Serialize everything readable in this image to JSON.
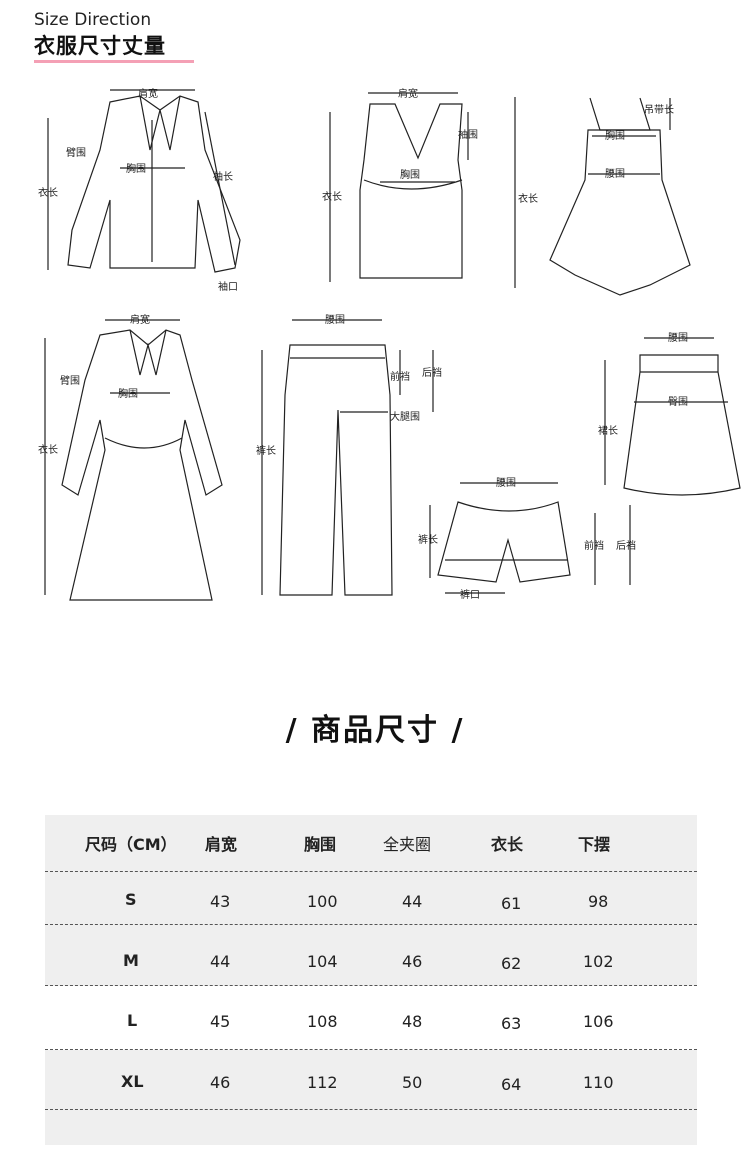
{
  "header": {
    "en": "Size Direction",
    "zh": "衣服尺寸丈量",
    "accent_color": "#f4a0b5"
  },
  "figures": {
    "shirt": {
      "shoulder": "肩宽",
      "arm": "臂围",
      "chest": "胸围",
      "length": "衣长",
      "sleeve": "袖长",
      "cuff": "袖口"
    },
    "vest": {
      "shoulder": "肩宽",
      "armhole": "袖围",
      "chest": "胸围",
      "length": "衣长"
    },
    "dress": {
      "strap": "吊带长",
      "chest": "胸围",
      "waist": "腰围",
      "length": "衣长"
    },
    "coat": {
      "shoulder": "肩宽",
      "arm": "臂围",
      "chest": "胸围",
      "length": "衣长"
    },
    "pants": {
      "waist": "腰围",
      "front_rise": "前裆",
      "back_rise": "后裆",
      "thigh": "大腿围",
      "length": "裤长"
    },
    "skirt": {
      "waist": "腰围",
      "hip": "臀围",
      "length": "裙长"
    },
    "shorts": {
      "waist": "腰围",
      "length": "裤长",
      "front_rise": "前裆",
      "back_rise": "后裆",
      "hem": "裤口"
    }
  },
  "section_title": "/ 商品尺寸 /",
  "table": {
    "headers": [
      "尺码（CM）",
      "肩宽",
      "胸围",
      "全夹圈",
      "衣长",
      "下摆"
    ],
    "rows": [
      [
        "S",
        "43",
        "100",
        "44",
        "61",
        "98"
      ],
      [
        "M",
        "44",
        "104",
        "46",
        "62",
        "102"
      ],
      [
        "L",
        "45",
        "108",
        "48",
        "63",
        "106"
      ],
      [
        "XL",
        "46",
        "112",
        "50",
        "64",
        "110"
      ]
    ]
  }
}
